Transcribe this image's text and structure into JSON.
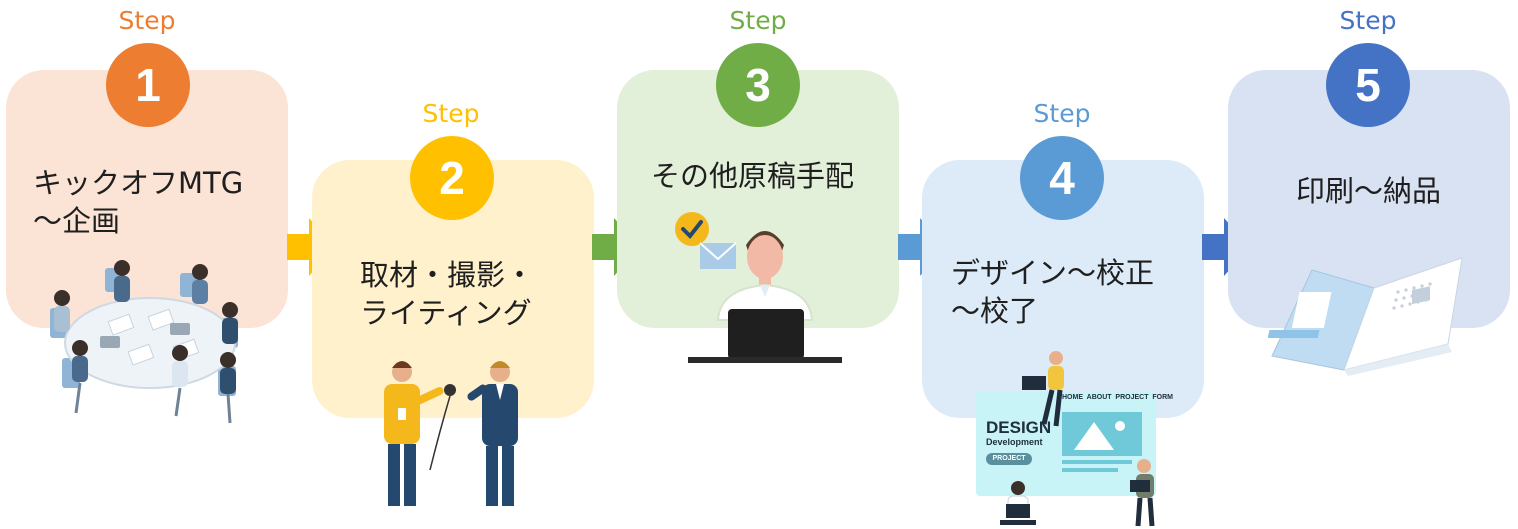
{
  "colors": {
    "step1": "#ed7d31",
    "step1_bg": "#fbe3d5",
    "step2": "#ffc000",
    "step2_bg": "#fff1cc",
    "step3": "#70ad47",
    "step3_bg": "#e2efd9",
    "step4": "#5b9bd5",
    "step4_bg": "#dcebf7",
    "step5": "#4472c4",
    "step5_bg": "#d9e2f2",
    "arrow1": "#ffc000",
    "arrow2": "#70ad47",
    "arrow3": "#5b9bd5",
    "arrow4": "#4472c4"
  },
  "steps": [
    {
      "label": "Step",
      "number": "1",
      "title_line1": "キックオフMTG",
      "title_line2": "〜企画",
      "illustration": "meeting-table-illustration"
    },
    {
      "label": "Step",
      "number": "2",
      "title_line1": "取材・撮影・",
      "title_line2": "ライティング",
      "illustration": "interview-illustration"
    },
    {
      "label": "Step",
      "number": "3",
      "title_line1": "その他原稿手配",
      "title_line2": "",
      "illustration": "desk-worker-illustration"
    },
    {
      "label": "Step",
      "number": "4",
      "title_line1": "デザイン〜校正",
      "title_line2": "〜校了",
      "illustration": "web-design-illustration"
    },
    {
      "label": "Step",
      "number": "5",
      "title_line1": "印刷〜納品",
      "title_line2": "",
      "illustration": "printed-booklet-illustration"
    }
  ],
  "design_mockup": {
    "nav_home": "HOME",
    "nav_about": "ABOUT",
    "nav_project": "PROJECT",
    "nav_form": "FORM",
    "heading": "DESIGN",
    "subheading": "Development",
    "button": "PROJECT"
  }
}
